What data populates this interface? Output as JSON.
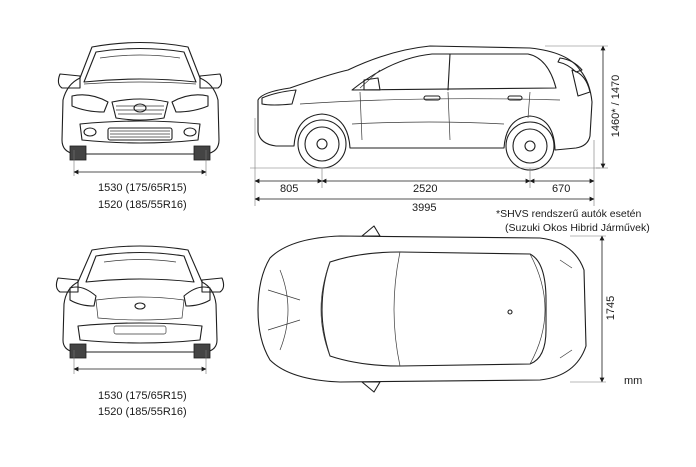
{
  "dimensions": {
    "front_track_1": "1530 (175/65R15)",
    "front_track_2": "1520 (185/55R16)",
    "rear_track_1": "1530 (175/65R15)",
    "rear_track_2": "1520 (185/55R16)",
    "front_overhang": "805",
    "wheelbase": "2520",
    "rear_overhang": "670",
    "overall_length": "3995",
    "height": "1460* / 1470",
    "width": "1745"
  },
  "notes": {
    "shvs_line1": "*SHVS rendszerű autók esetén",
    "shvs_line2": "(Suzuki Okos Hibrid Járművek)"
  },
  "unit": "mm",
  "colors": {
    "line": "#1f1f1f",
    "background": "#ffffff"
  }
}
